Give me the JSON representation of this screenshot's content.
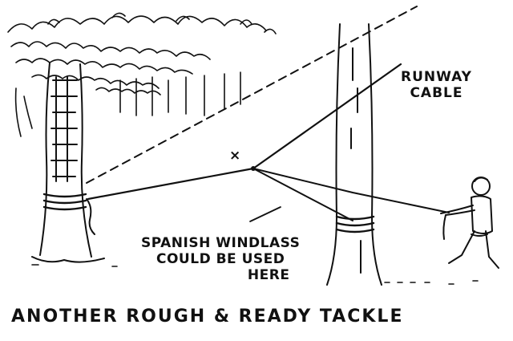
{
  "labels": {
    "runway_cable": [
      "RUNWAY",
      "CABLE"
    ],
    "windlass_note": [
      "SPANISH WINDLASS",
      "COULD BE USED",
      "HERE"
    ],
    "x_mark": "×",
    "caption": "ANOTHER ROUGH & READY TACKLE"
  },
  "colors": {
    "ink": "#111111",
    "paper": "#ffffff"
  }
}
